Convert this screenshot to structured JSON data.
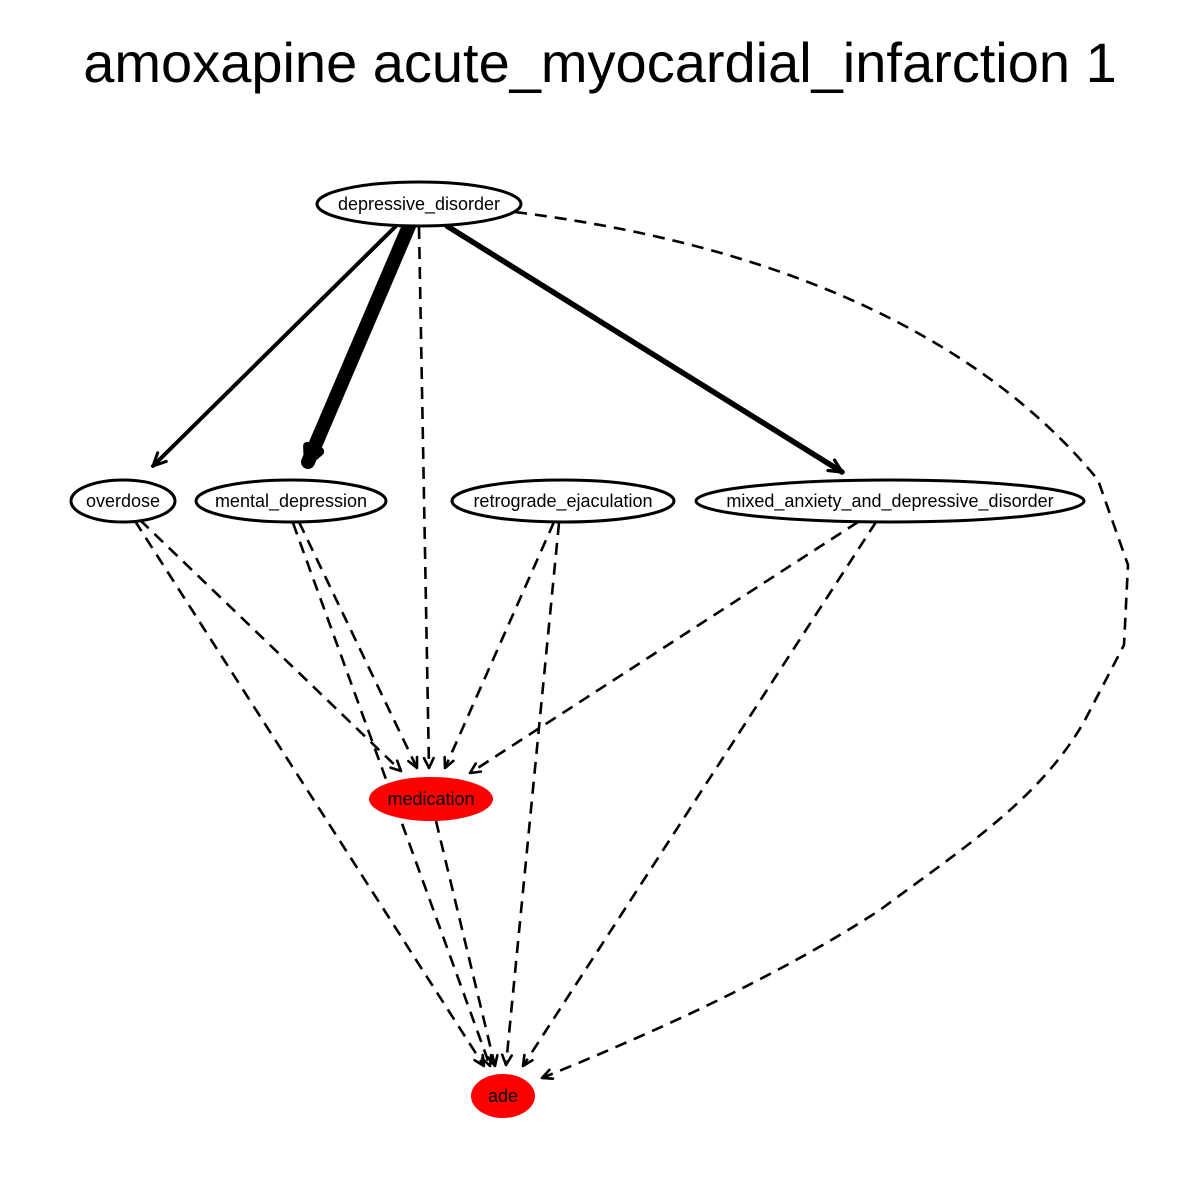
{
  "title": "amoxapine acute_myocardial_infarction 1",
  "colors": {
    "highlight": "#ff0000",
    "default_fill": "#ffffff",
    "stroke": "#000000"
  },
  "nodes": {
    "depressive_disorder": {
      "label": "depressive_disorder",
      "highlighted": false
    },
    "overdose": {
      "label": "overdose",
      "highlighted": false
    },
    "mental_depression": {
      "label": "mental_depression",
      "highlighted": false
    },
    "retrograde_ejaculation": {
      "label": "retrograde_ejaculation",
      "highlighted": false
    },
    "mixed_anxiety_and_depressive_disorder": {
      "label": "mixed_anxiety_and_depressive_disorder",
      "highlighted": false
    },
    "medication": {
      "label": "medication",
      "highlighted": true
    },
    "ade": {
      "label": "ade",
      "highlighted": true
    }
  },
  "edges": [
    {
      "from": "depressive_disorder",
      "to": "overdose",
      "style": "solid",
      "weight": "medium"
    },
    {
      "from": "depressive_disorder",
      "to": "mental_depression",
      "style": "solid",
      "weight": "heavy"
    },
    {
      "from": "depressive_disorder",
      "to": "mixed_anxiety_and_depressive_disorder",
      "style": "solid",
      "weight": "medium"
    },
    {
      "from": "depressive_disorder",
      "to": "medication",
      "style": "dashed",
      "weight": "light"
    },
    {
      "from": "depressive_disorder",
      "to": "ade",
      "style": "dashed",
      "weight": "light"
    },
    {
      "from": "overdose",
      "to": "medication",
      "style": "dashed",
      "weight": "light"
    },
    {
      "from": "overdose",
      "to": "ade",
      "style": "dashed",
      "weight": "light"
    },
    {
      "from": "mental_depression",
      "to": "medication",
      "style": "dashed",
      "weight": "light"
    },
    {
      "from": "mental_depression",
      "to": "ade",
      "style": "dashed",
      "weight": "light"
    },
    {
      "from": "retrograde_ejaculation",
      "to": "medication",
      "style": "dashed",
      "weight": "light"
    },
    {
      "from": "retrograde_ejaculation",
      "to": "ade",
      "style": "dashed",
      "weight": "light"
    },
    {
      "from": "mixed_anxiety_and_depressive_disorder",
      "to": "medication",
      "style": "dashed",
      "weight": "light"
    },
    {
      "from": "mixed_anxiety_and_depressive_disorder",
      "to": "ade",
      "style": "dashed",
      "weight": "light"
    },
    {
      "from": "medication",
      "to": "ade",
      "style": "dashed",
      "weight": "light"
    }
  ]
}
